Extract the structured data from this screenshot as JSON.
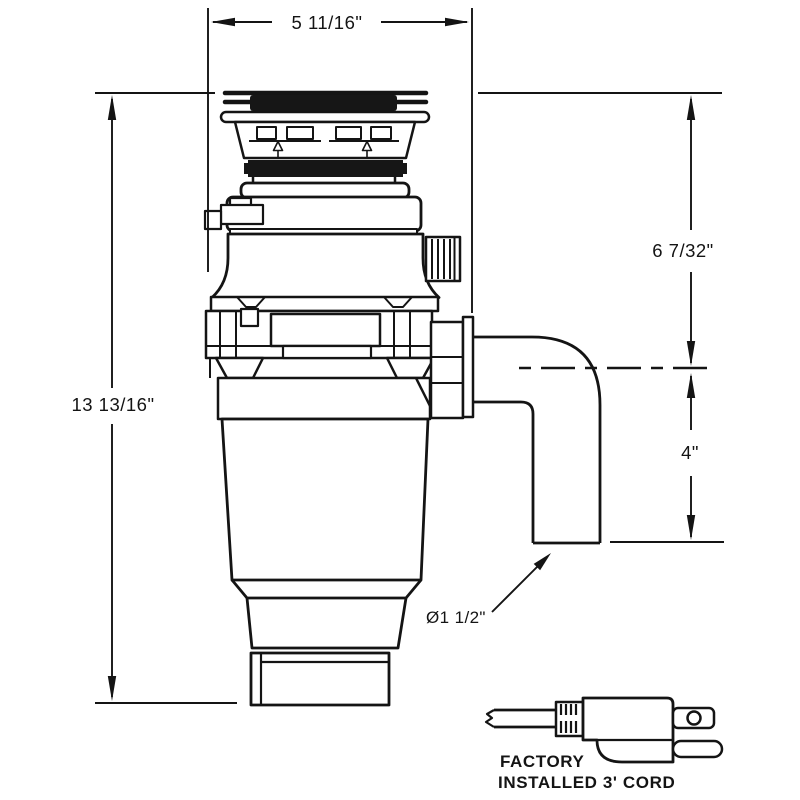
{
  "page": {
    "background": "#ffffff",
    "line_color": "#141414",
    "dark_fill": "#161616"
  },
  "dimensions": {
    "width_top": "5 11/16\"",
    "height_overall": "13 13/16\"",
    "height_flange_to_outlet": "6 7/32\"",
    "height_outlet_to_base": "4\"",
    "outlet_pipe_diameter": "Ø1 1/2\""
  },
  "cord_note": {
    "line1": "FACTORY",
    "line2": "INSTALLED 3' CORD"
  }
}
